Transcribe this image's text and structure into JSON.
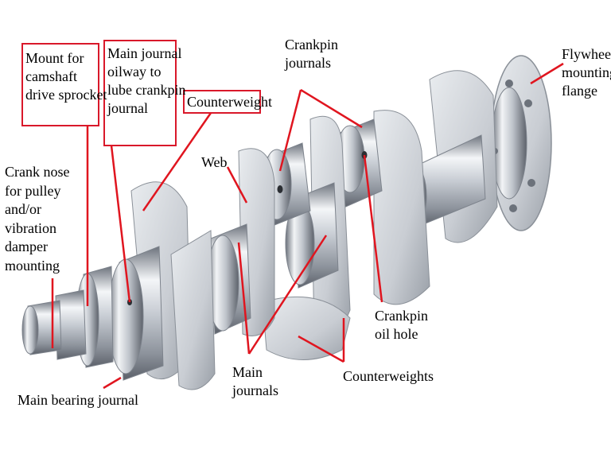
{
  "labels": {
    "mount_camshaft": "Mount for\ncamshaft\ndrive sprocket",
    "main_journal_oilway": "Main journal\noilway to\nlube crankpin\njournal",
    "counterweight": "Counterweight",
    "crankpin_journals": "Crankpin\njournals",
    "flywheel_flange": "Flywheel\nmounting\nflange",
    "crank_nose": "Crank nose\nfor pulley\nand/or\nvibration\ndamper\nmounting",
    "web": "Web",
    "crankpin_oil_hole": "Crankpin\noil hole",
    "main_journals": "Main\njournals",
    "counterweights": "Counterweights",
    "main_bearing_journal": "Main bearing journal"
  },
  "colors": {
    "leader": "#e0151f",
    "box": "#d9182a",
    "metal": "#c4c8d0"
  }
}
